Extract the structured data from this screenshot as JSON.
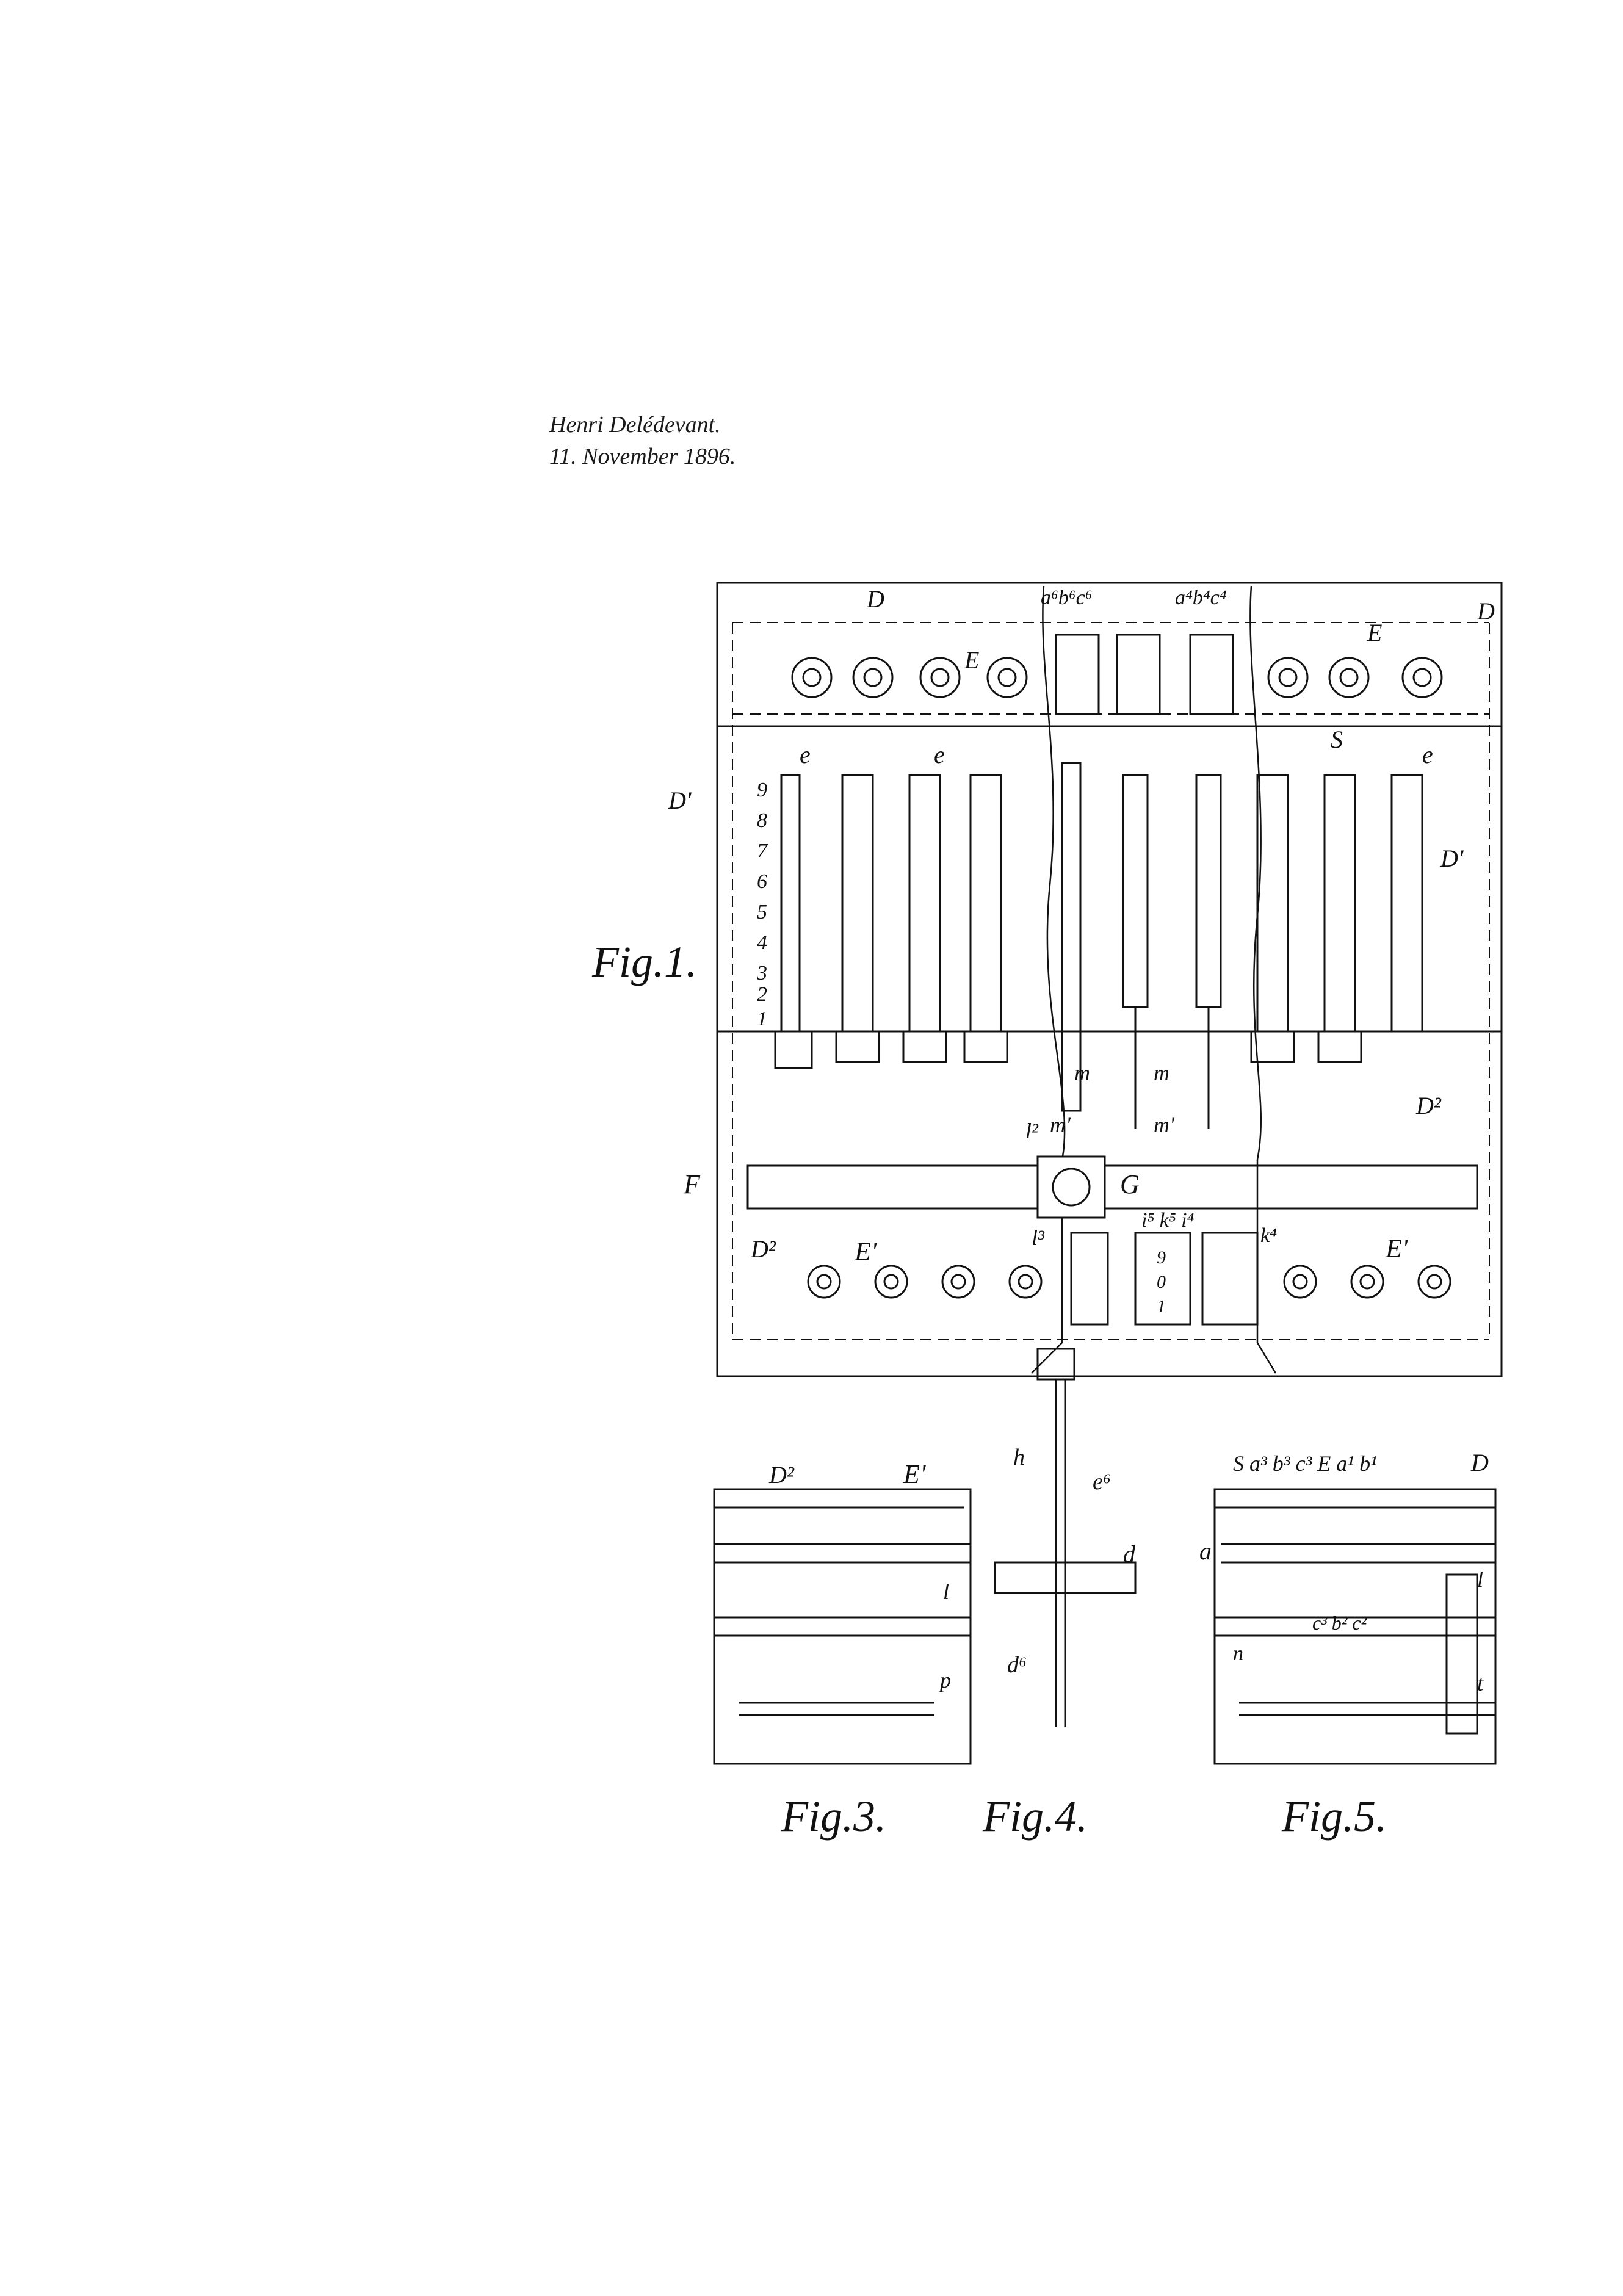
{
  "header": {
    "inventor": "Henri Delédevant.",
    "date": "11. November 1896."
  },
  "figures": {
    "fig1": "Fig.1.",
    "fig3": "Fig.3.",
    "fig4": "Fig.4.",
    "fig5": "Fig.5."
  },
  "labels": {
    "D": "D",
    "D1": "D'",
    "D2": "D²",
    "E": "E",
    "E1": "E'",
    "F": "F",
    "G": "G",
    "S": "S",
    "e": "e",
    "a6b6c6": "a⁶b⁶c⁶",
    "a4b4c4": "a⁴b⁴c⁴",
    "m": "m",
    "m1": "m'",
    "l2": "l²",
    "l3": "l³",
    "i5k5i4": "i⁵ k⁵ i⁴",
    "k4": "k⁴",
    "h": "h",
    "e6": "e⁶",
    "d": "d",
    "d6": "d⁶",
    "a": "a",
    "l": "l",
    "p": "p",
    "n": "n",
    "t": "t",
    "fig5_top": "S a³ b³ c³  E a¹ b¹",
    "fig5_low": "c³ b² c²"
  },
  "digits": {
    "left_column": [
      "9",
      "8",
      "7",
      "6",
      "5",
      "4",
      "3",
      "2",
      "1"
    ],
    "counter": [
      "9",
      "0",
      "1"
    ]
  }
}
